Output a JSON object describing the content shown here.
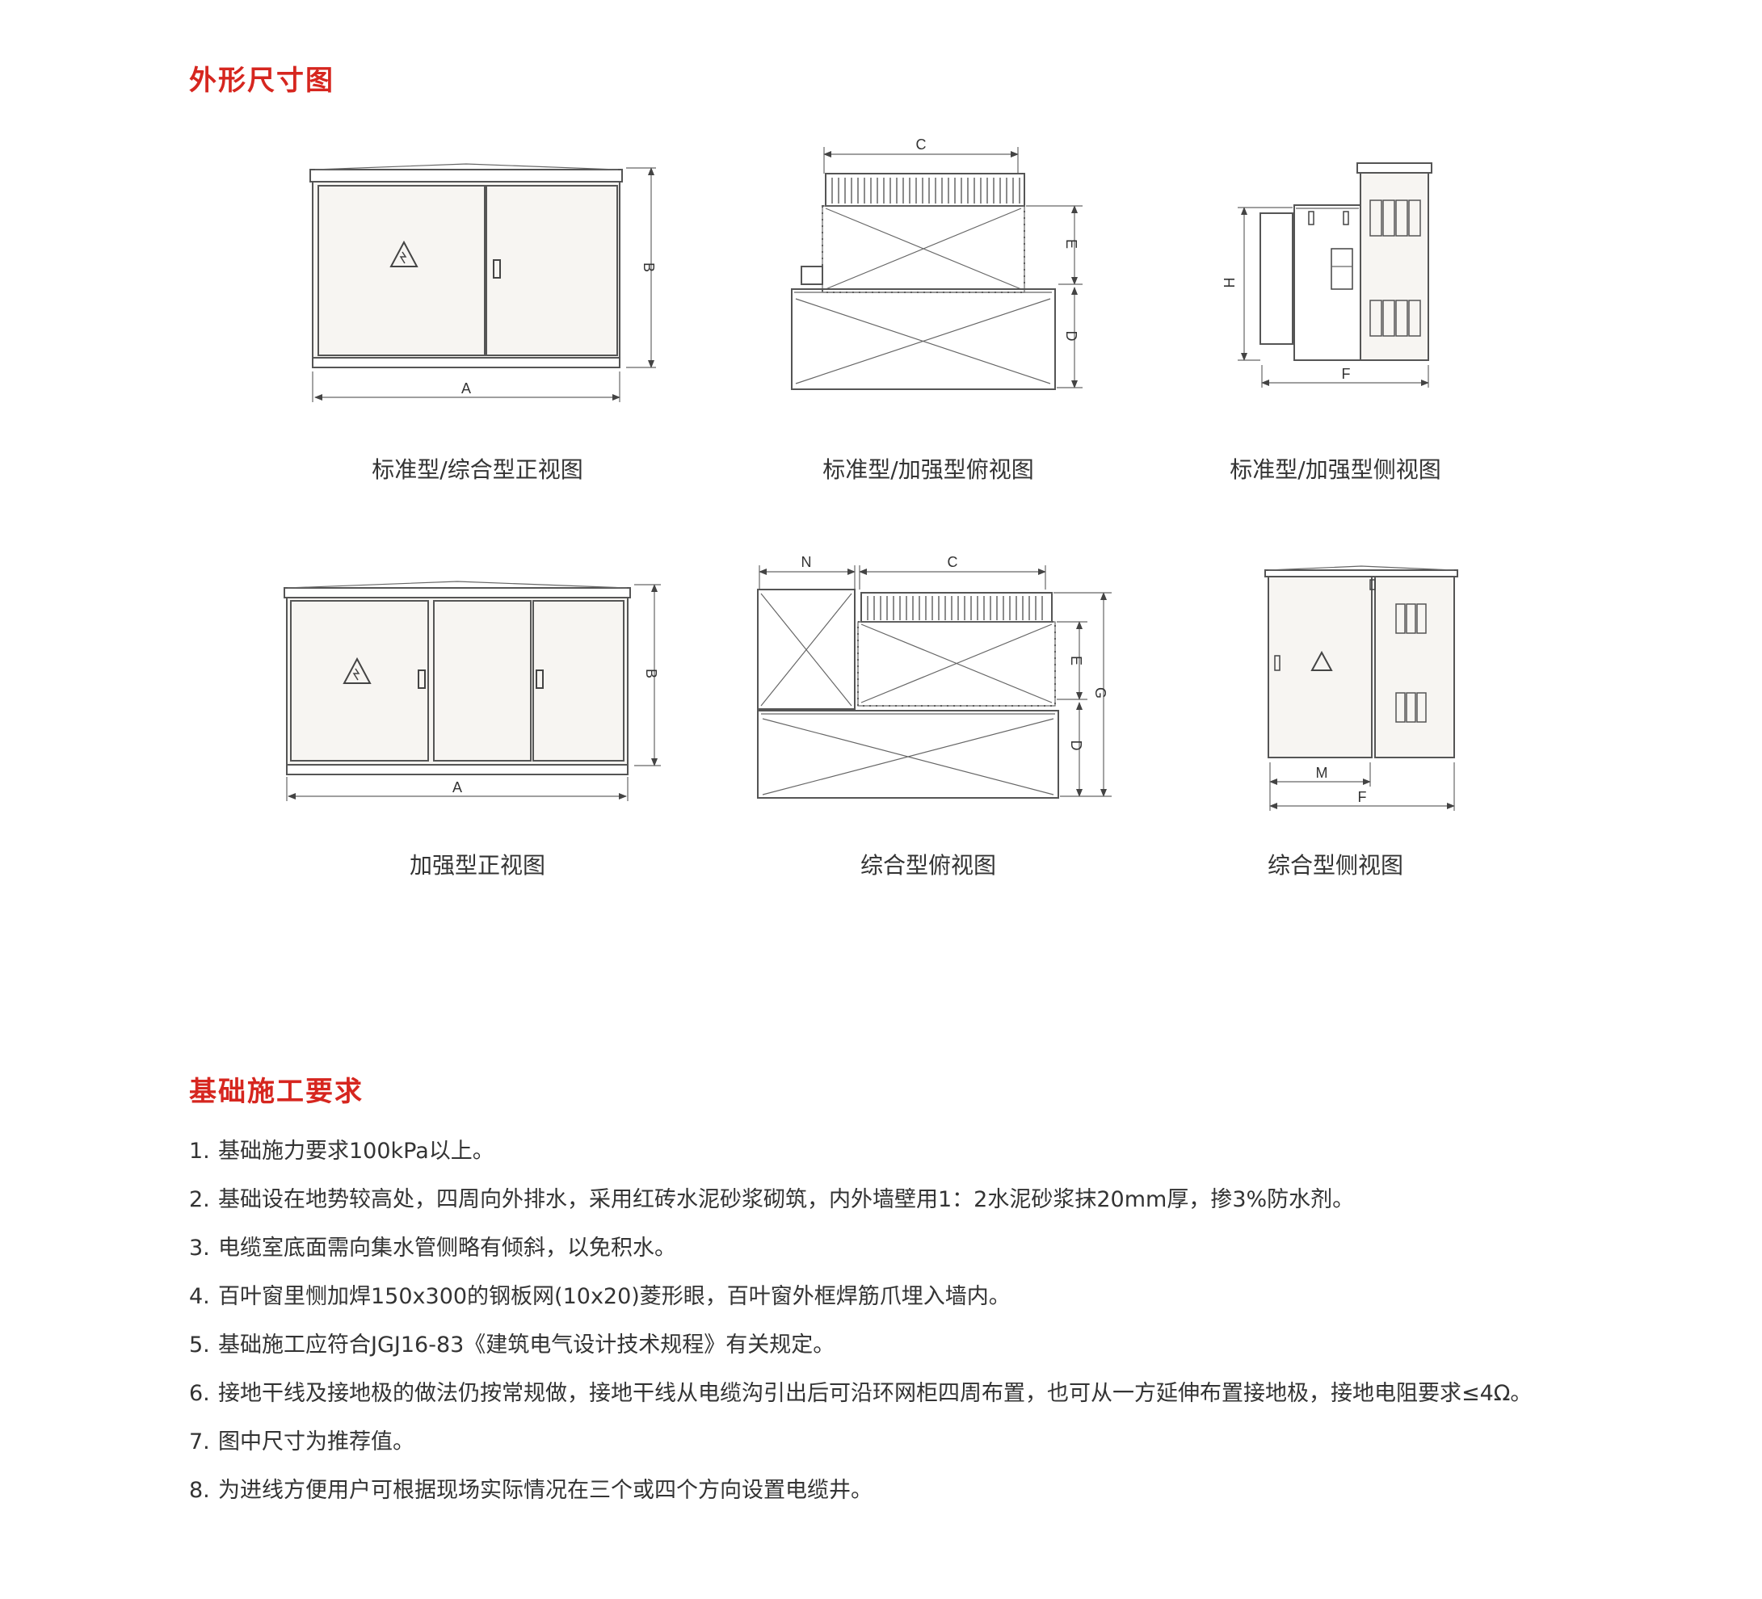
{
  "section1": {
    "title": "外形尺寸图"
  },
  "views": [
    {
      "caption": "标准型/综合型正视图",
      "dims": [
        "A",
        "B"
      ]
    },
    {
      "caption": "标准型/加强型俯视图",
      "dims": [
        "C",
        "E",
        "D"
      ]
    },
    {
      "caption": "标准型/加强型侧视图",
      "dims": [
        "H",
        "F"
      ]
    },
    {
      "caption": "加强型正视图",
      "dims": [
        "A",
        "B"
      ]
    },
    {
      "caption": "综合型俯视图",
      "dims": [
        "N",
        "C",
        "E",
        "G",
        "D"
      ]
    },
    {
      "caption": "综合型侧视图",
      "dims": [
        "M",
        "F"
      ]
    }
  ],
  "section2": {
    "title": "基础施工要求"
  },
  "requirements": [
    {
      "num": "1.",
      "text": "基础施力要求100kPa以上。"
    },
    {
      "num": "2.",
      "text": "基础设在地势较高处，四周向外排水，采用红砖水泥砂浆砌筑，内外墙壁用1：2水泥砂浆抹20mm厚，掺3%防水剂。"
    },
    {
      "num": "3.",
      "text": "电缆室底面需向集水管侧略有倾斜，以免积水。"
    },
    {
      "num": "4.",
      "text": "百叶窗里恻加焊150x300的钢板网(10x20)菱形眼，百叶窗外框焊筋爪埋入墙内。"
    },
    {
      "num": "5.",
      "text": "基础施工应符合JGJ16-83《建筑电气设计技术规程》有关规定。"
    },
    {
      "num": "6.",
      "text": "接地干线及接地极的做法仍按常规做，接地干线从电缆沟引出后可沿环网柜四周布置，也可从一方延伸布置接地极，接地电阻要求≤4Ω。"
    },
    {
      "num": "7.",
      "text": "图中尺寸为推荐值。"
    },
    {
      "num": "8.",
      "text": "为进线方便用户可根据现场实际情况在三个或四个方向设置电缆井。"
    }
  ]
}
